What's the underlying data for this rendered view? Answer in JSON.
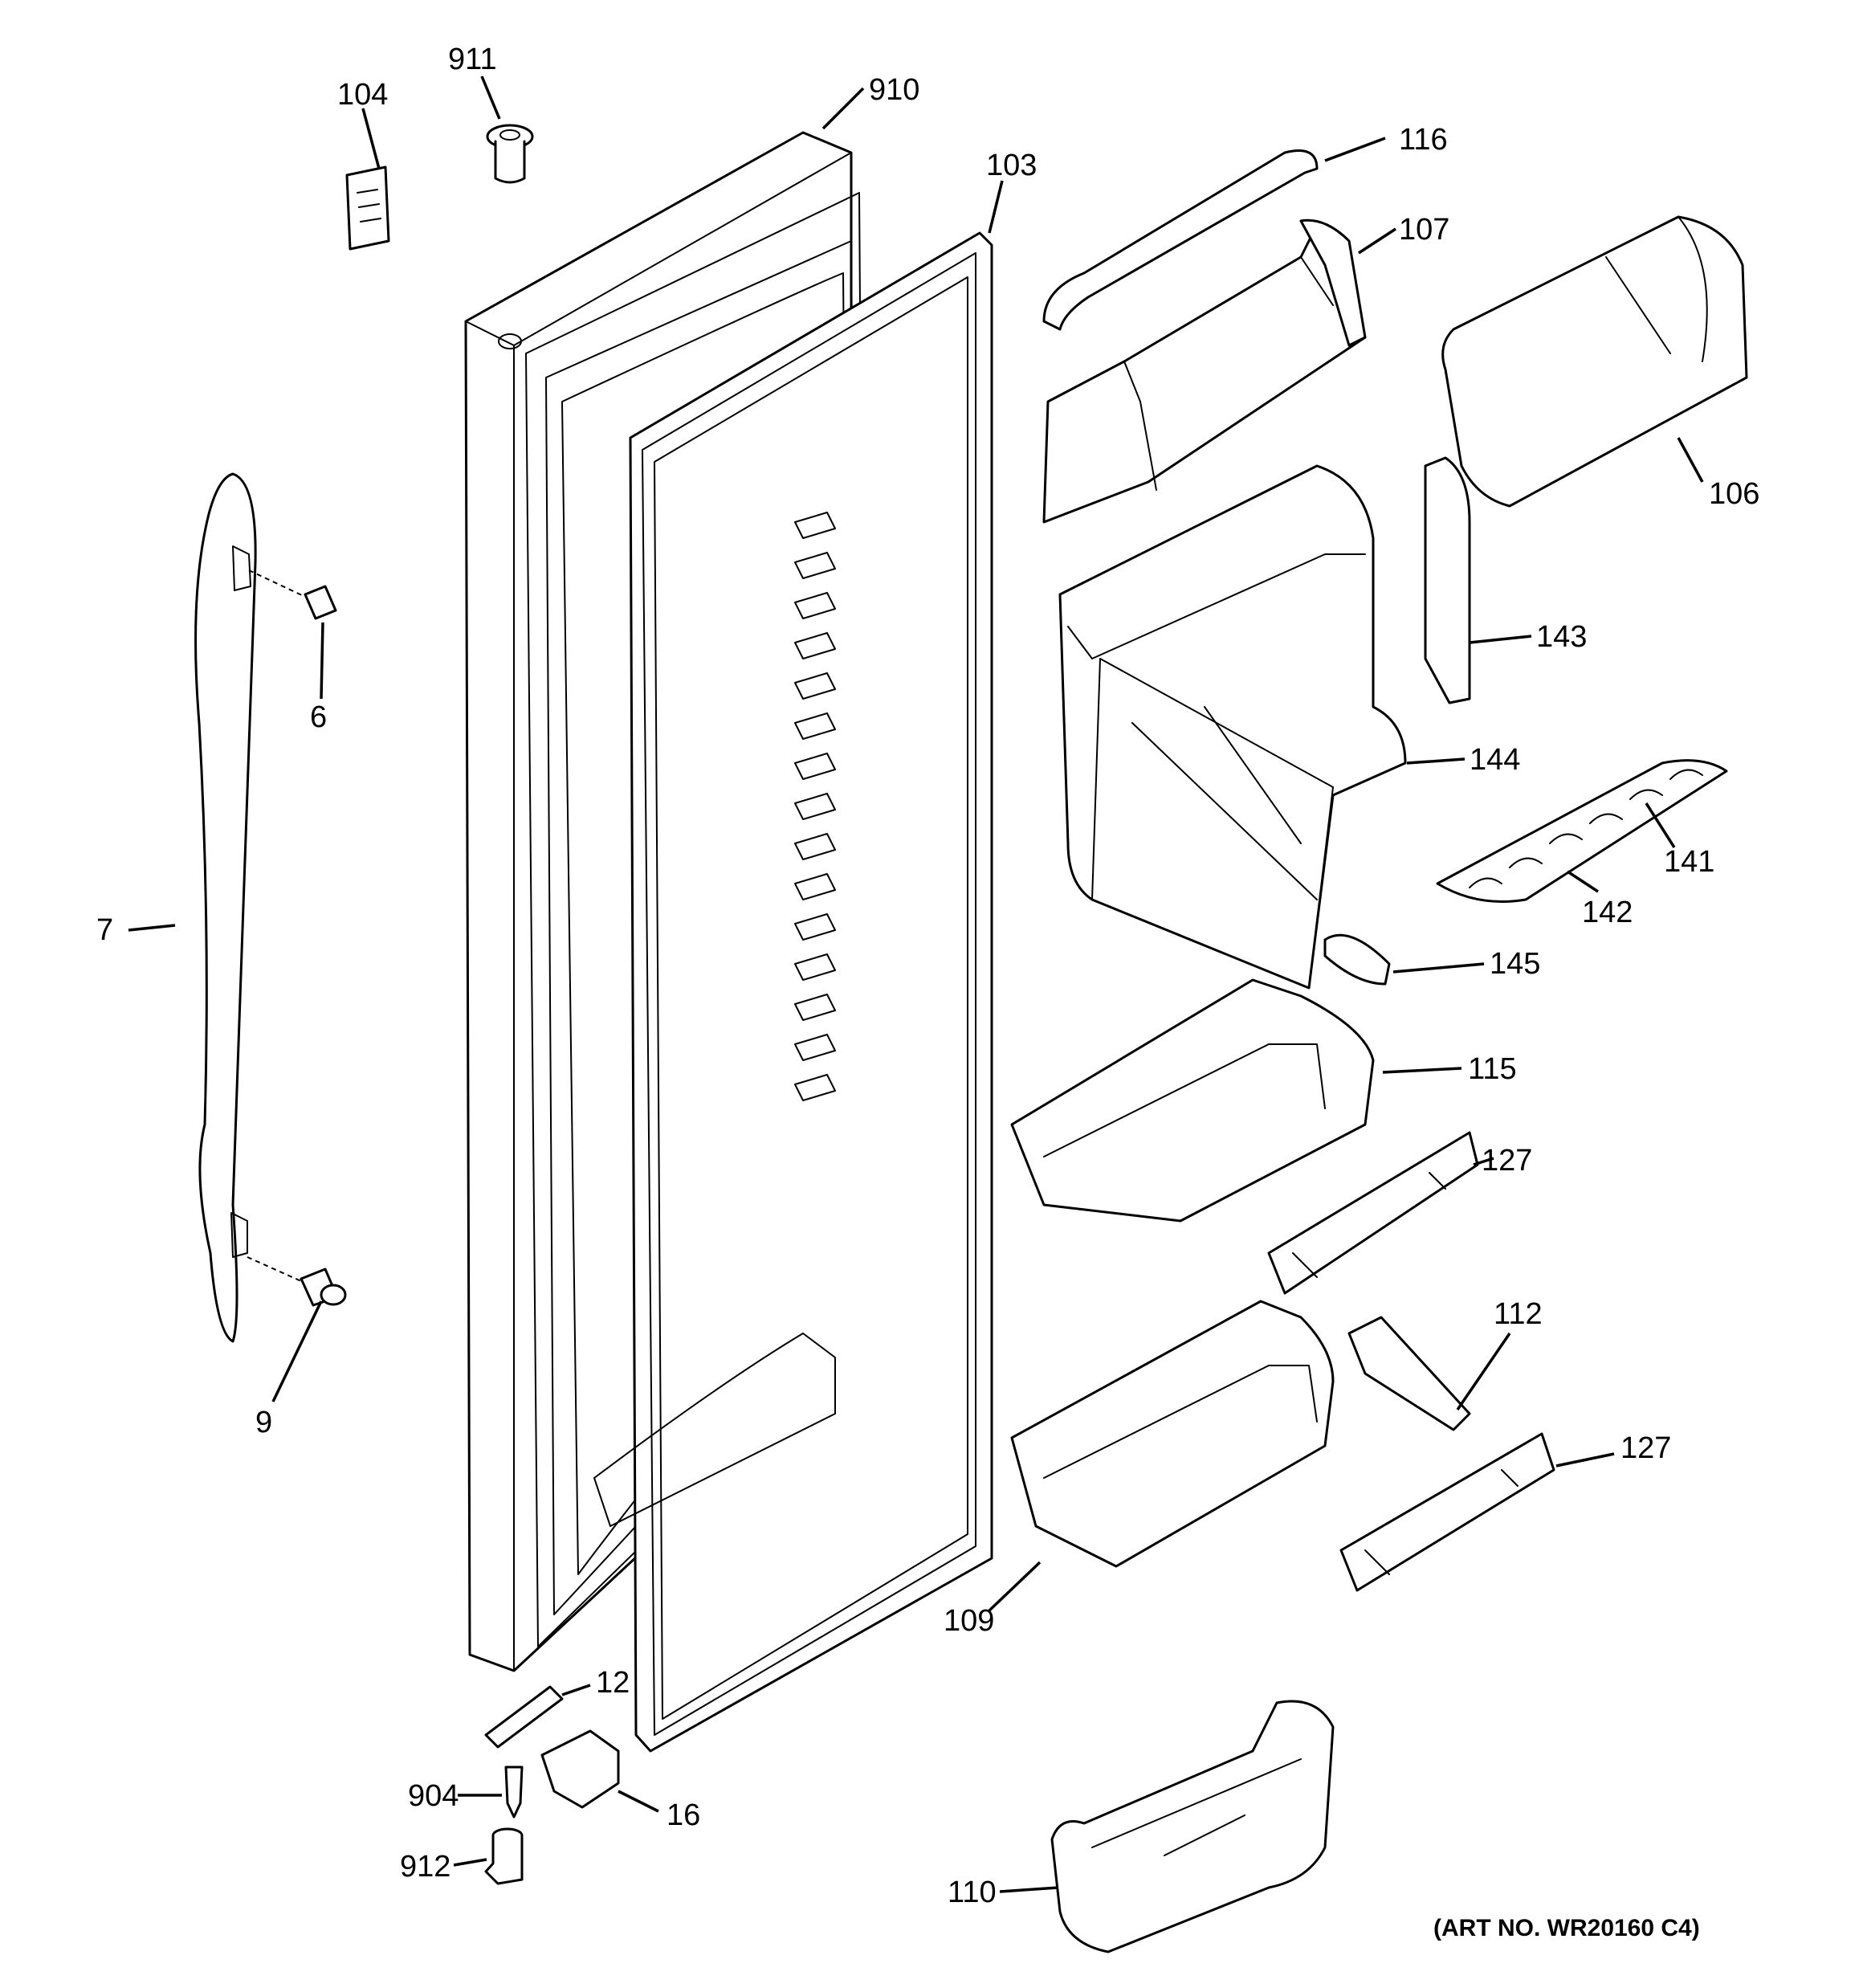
{
  "callouts": {
    "c104": "104",
    "c911": "911",
    "c910": "910",
    "c103": "103",
    "c116": "116",
    "c107": "107",
    "c106": "106",
    "c6": "6",
    "c143": "143",
    "c144": "144",
    "c141": "141",
    "c142": "142",
    "c7": "7",
    "c145": "145",
    "c115": "115",
    "c127a": "127",
    "c9": "9",
    "c112": "112",
    "c127b": "127",
    "c109": "109",
    "c12": "12",
    "c904": "904",
    "c16": "16",
    "c912": "912",
    "c110": "110"
  },
  "art_number": "(ART NO. WR20160 C4)"
}
